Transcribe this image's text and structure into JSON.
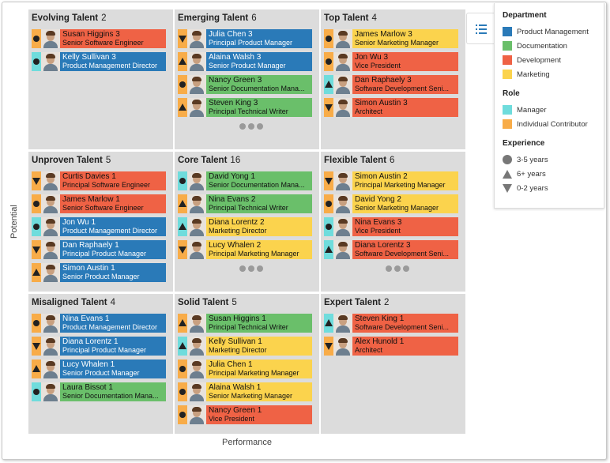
{
  "axes": {
    "y_label": "Potential",
    "x_label": "Performance"
  },
  "cells": [
    {
      "title": "Evolving Talent",
      "count": "2",
      "more": false,
      "cards": [
        {
          "name": "Susan Higgins 3",
          "title": "Senior Software Engineer",
          "dept": "dev",
          "role": "ic",
          "exp": "circle"
        },
        {
          "name": "Kelly Sullivan 3",
          "title": "Product Management Director",
          "dept": "pm",
          "role": "mgr",
          "exp": "circle"
        }
      ]
    },
    {
      "title": "Emerging Talent",
      "count": "6",
      "more": true,
      "cards": [
        {
          "name": "Julia Chen 3",
          "title": "Principal Product Manager",
          "dept": "pm",
          "role": "ic",
          "exp": "down"
        },
        {
          "name": "Alaina Walsh 3",
          "title": "Senior Product Manager",
          "dept": "pm",
          "role": "ic",
          "exp": "up"
        },
        {
          "name": "Nancy Green 3",
          "title": "Senior Documentation Mana...",
          "dept": "doc",
          "role": "ic",
          "exp": "circle"
        },
        {
          "name": "Steven King 3",
          "title": "Principal Technical Writer",
          "dept": "doc",
          "role": "ic",
          "exp": "up"
        }
      ]
    },
    {
      "title": "Top Talent",
      "count": "4",
      "more": false,
      "cards": [
        {
          "name": "James Marlow 3",
          "title": "Senior Marketing Manager",
          "dept": "mkt",
          "role": "ic",
          "exp": "circle"
        },
        {
          "name": "Jon Wu 3",
          "title": "Vice President",
          "dept": "dev",
          "role": "ic",
          "exp": "circle"
        },
        {
          "name": "Dan Raphaely 3",
          "title": "Software Development Seni...",
          "dept": "dev",
          "role": "mgr",
          "exp": "up"
        },
        {
          "name": "Simon Austin 3",
          "title": "Architect",
          "dept": "dev",
          "role": "ic",
          "exp": "down"
        }
      ]
    },
    {
      "title": "Unproven Talent",
      "count": "5",
      "more": false,
      "cards": [
        {
          "name": "Curtis Davies 1",
          "title": "Principal Software Engineer",
          "dept": "dev",
          "role": "ic",
          "exp": "down"
        },
        {
          "name": "James Marlow 1",
          "title": "Senior Software Engineer",
          "dept": "dev",
          "role": "ic",
          "exp": "circle"
        },
        {
          "name": "Jon Wu 1",
          "title": "Product Management Director",
          "dept": "pm",
          "role": "mgr",
          "exp": "circle"
        },
        {
          "name": "Dan Raphaely 1",
          "title": "Principal Product Manager",
          "dept": "pm",
          "role": "ic",
          "exp": "down"
        },
        {
          "name": "Simon Austin 1",
          "title": "Senior Product Manager",
          "dept": "pm",
          "role": "ic",
          "exp": "up"
        }
      ]
    },
    {
      "title": "Core Talent",
      "count": "16",
      "more": true,
      "cards": [
        {
          "name": "David Yong 1",
          "title": "Senior Documentation Mana...",
          "dept": "doc",
          "role": "mgr",
          "exp": "circle"
        },
        {
          "name": "Nina Evans 2",
          "title": "Principal Technical Writer",
          "dept": "doc",
          "role": "ic",
          "exp": "up"
        },
        {
          "name": "Diana Lorentz 2",
          "title": "Marketing Director",
          "dept": "mkt",
          "role": "mgr",
          "exp": "up"
        },
        {
          "name": "Lucy Whalen 2",
          "title": "Principal Marketing Manager",
          "dept": "mkt",
          "role": "ic",
          "exp": "down"
        }
      ]
    },
    {
      "title": "Flexible Talent",
      "count": "6",
      "more": true,
      "cards": [
        {
          "name": "Simon Austin 2",
          "title": "Principal Marketing Manager",
          "dept": "mkt",
          "role": "ic",
          "exp": "down"
        },
        {
          "name": "David Yong 2",
          "title": "Senior Marketing Manager",
          "dept": "mkt",
          "role": "ic",
          "exp": "circle"
        },
        {
          "name": "Nina Evans 3",
          "title": "Vice President",
          "dept": "dev",
          "role": "mgr",
          "exp": "circle"
        },
        {
          "name": "Diana Lorentz 3",
          "title": "Software Development Seni...",
          "dept": "dev",
          "role": "mgr",
          "exp": "up"
        }
      ]
    },
    {
      "title": "Misaligned Talent",
      "count": "4",
      "more": false,
      "cards": [
        {
          "name": "Nina Evans 1",
          "title": "Product Management Director",
          "dept": "pm",
          "role": "ic",
          "exp": "circle"
        },
        {
          "name": "Diana Lorentz 1",
          "title": "Principal Product Manager",
          "dept": "pm",
          "role": "ic",
          "exp": "down"
        },
        {
          "name": "Lucy Whalen 1",
          "title": "Senior Product Manager",
          "dept": "pm",
          "role": "ic",
          "exp": "up"
        },
        {
          "name": "Laura Bissot 1",
          "title": "Senior Documentation Mana...",
          "dept": "doc",
          "role": "mgr",
          "exp": "circle"
        }
      ]
    },
    {
      "title": "Solid Talent",
      "count": "5",
      "more": false,
      "cards": [
        {
          "name": "Susan Higgins 1",
          "title": "Principal Technical Writer",
          "dept": "doc",
          "role": "ic",
          "exp": "up"
        },
        {
          "name": "Kelly Sullivan 1",
          "title": "Marketing Director",
          "dept": "mkt",
          "role": "mgr",
          "exp": "up"
        },
        {
          "name": "Julia Chen 1",
          "title": "Principal Marketing Manager",
          "dept": "mkt",
          "role": "ic",
          "exp": "circle"
        },
        {
          "name": "Alaina Walsh 1",
          "title": "Senior Marketing Manager",
          "dept": "mkt",
          "role": "ic",
          "exp": "circle"
        },
        {
          "name": "Nancy Green 1",
          "title": "Vice President",
          "dept": "dev",
          "role": "ic",
          "exp": "circle"
        }
      ]
    },
    {
      "title": "Expert Talent",
      "count": "2",
      "more": false,
      "cards": [
        {
          "name": "Steven King 1",
          "title": "Software Development Seni...",
          "dept": "dev",
          "role": "mgr",
          "exp": "up"
        },
        {
          "name": "Alex Hunold 1",
          "title": "Architect",
          "dept": "dev",
          "role": "ic",
          "exp": "down"
        }
      ]
    }
  ],
  "legend": {
    "toggle_icon": "list-icon",
    "department": {
      "heading": "Department",
      "items": [
        {
          "label": "Product Management",
          "color": "#2a7ab8"
        },
        {
          "label": "Documentation",
          "color": "#6abf6a"
        },
        {
          "label": "Development",
          "color": "#ef6245"
        },
        {
          "label": "Marketing",
          "color": "#fbd34d"
        }
      ]
    },
    "role": {
      "heading": "Role",
      "items": [
        {
          "label": "Manager",
          "color": "#6fdcdc"
        },
        {
          "label": "Individual Contributor",
          "color": "#f8ac48"
        }
      ]
    },
    "experience": {
      "heading": "Experience",
      "items": [
        {
          "label": "3-5 years",
          "shape": "circle"
        },
        {
          "label": "6+ years",
          "shape": "up"
        },
        {
          "label": "0-2 years",
          "shape": "down"
        }
      ]
    }
  }
}
